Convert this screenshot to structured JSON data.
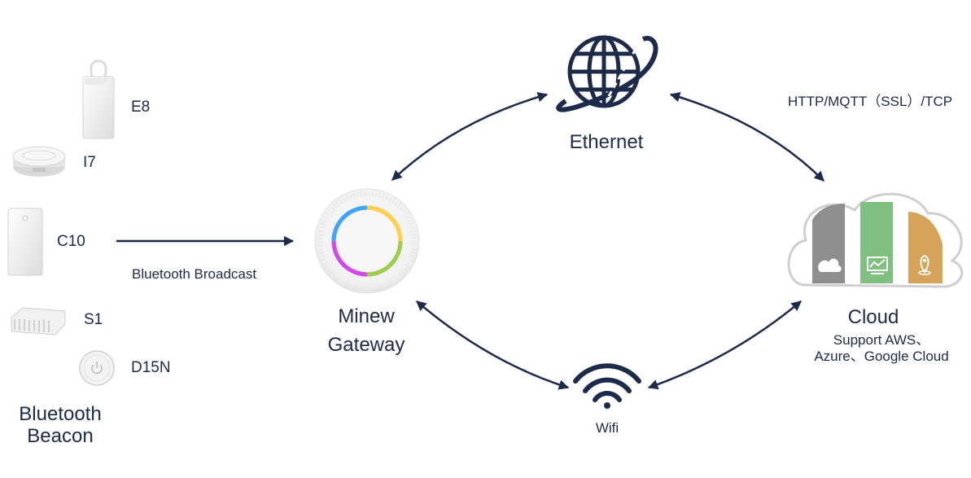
{
  "devices": [
    {
      "label": "E8",
      "icon": "tag-beacon-icon"
    },
    {
      "label": "I7",
      "icon": "puck-beacon-icon"
    },
    {
      "label": "C10",
      "icon": "card-beacon-icon"
    },
    {
      "label": "S1",
      "icon": "sensor-beacon-icon"
    },
    {
      "label": "D15N",
      "icon": "button-beacon-icon"
    }
  ],
  "beacon_group": {
    "line1": "Bluetooth",
    "line2": "Beacon"
  },
  "broadcast_label": "Bluetooth Broadcast",
  "gateway": {
    "line1": "Minew",
    "line2": "Gateway",
    "icon": "gateway-device-icon"
  },
  "ethernet": {
    "label": "Ethernet",
    "icon": "globe-icon"
  },
  "protocol_label": "HTTP/MQTT（SSL）/TCP",
  "cloud": {
    "label": "Cloud",
    "support_line1": "Support AWS、",
    "support_line2": "Azure、Google Cloud",
    "icon": "cloud-platform-icon"
  },
  "wifi": {
    "label": "Wifi",
    "icon": "wifi-icon"
  },
  "colors": {
    "navy": "#1e2a4a",
    "cloud_gray": "#8e8e8e",
    "cloud_green": "#7fbf7f",
    "cloud_orange": "#d6a35a"
  }
}
